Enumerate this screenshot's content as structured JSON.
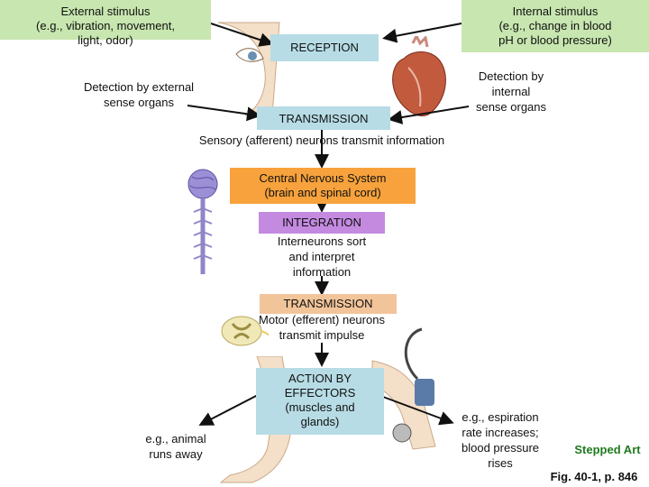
{
  "external_stimulus": "External stimulus\n(e.g., vibration, movement,\nlight, odor)",
  "internal_stimulus": "Internal stimulus\n(e.g., change in blood\npH or blood pressure)",
  "reception": "RECEPTION",
  "detection_external": "Detection by external\nsense organs",
  "detection_internal": "Detection by\ninternal\nsense organs",
  "transmission_1": "TRANSMISSION",
  "sensory_neurons": "Sensory (afferent) neurons transmit information",
  "cns": "Central Nervous System\n(brain and spinal cord)",
  "integration": "INTEGRATION",
  "interneurons": "Interneurons sort\nand interpret\ninformation",
  "transmission_2": "TRANSMISSION",
  "motor_neurons": "Motor (efferent) neurons\ntransmit impulse",
  "action": "ACTION BY\nEFFECTORS\n(muscles and\nglands)",
  "example_animal": "e.g., animal\nruns away",
  "example_respiration": "e.g., espiration\nrate increases;\nblood pressure\nrises",
  "stepped_art": "Stepped Art",
  "figure_ref": "Fig. 40-1, p. 846",
  "colors": {
    "green_box": "#c8e6b0",
    "blue_box": "#b7dce5",
    "orange_box": "#f7a23c",
    "purple_box": "#c48ae0",
    "stepped_art": "#1f7a1f"
  }
}
